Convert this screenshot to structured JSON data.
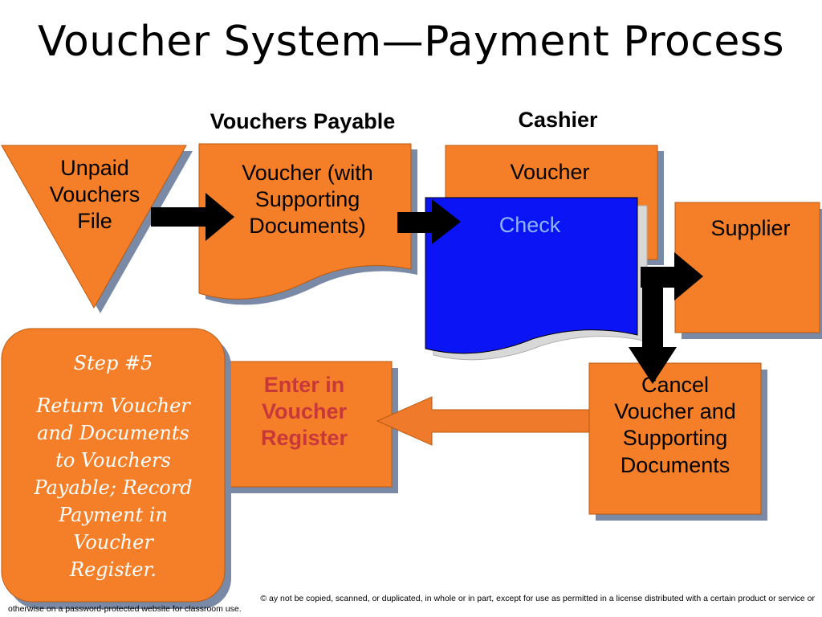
{
  "title": "Voucher System—Payment Process",
  "columns": {
    "vouchers_payable": "Vouchers Payable",
    "cashier": "Cashier"
  },
  "nodes": {
    "unpaid_file": [
      "Unpaid",
      "Vouchers",
      "File"
    ],
    "voucher_docs": [
      "Voucher (with",
      "Supporting",
      "Documents)"
    ],
    "voucher": "Voucher",
    "check": "Check",
    "supplier": "Supplier",
    "cancel": [
      "Cancel",
      "Voucher and",
      "Supporting",
      "Documents"
    ],
    "enter_register": [
      "Enter in",
      "Voucher",
      "Register"
    ]
  },
  "step": {
    "heading": "Step #5",
    "body": [
      "Return Voucher",
      "and Documents",
      "to Vouchers",
      "Payable; Record",
      "Payment in",
      "Voucher",
      "Register."
    ]
  },
  "footer": {
    "line1": "© ay not be copied, scanned, or duplicated, in whole or in part, except for use as permitted in a license distributed with a certain product or service or",
    "line2": "otherwise on a password-protected website for classroom use."
  },
  "colors": {
    "orange": "#f57f28",
    "check_blue": "#0a14f5",
    "check_text": "#8fb3ff",
    "register_text": "#c8373a",
    "shadow": "#7a8aa6"
  }
}
